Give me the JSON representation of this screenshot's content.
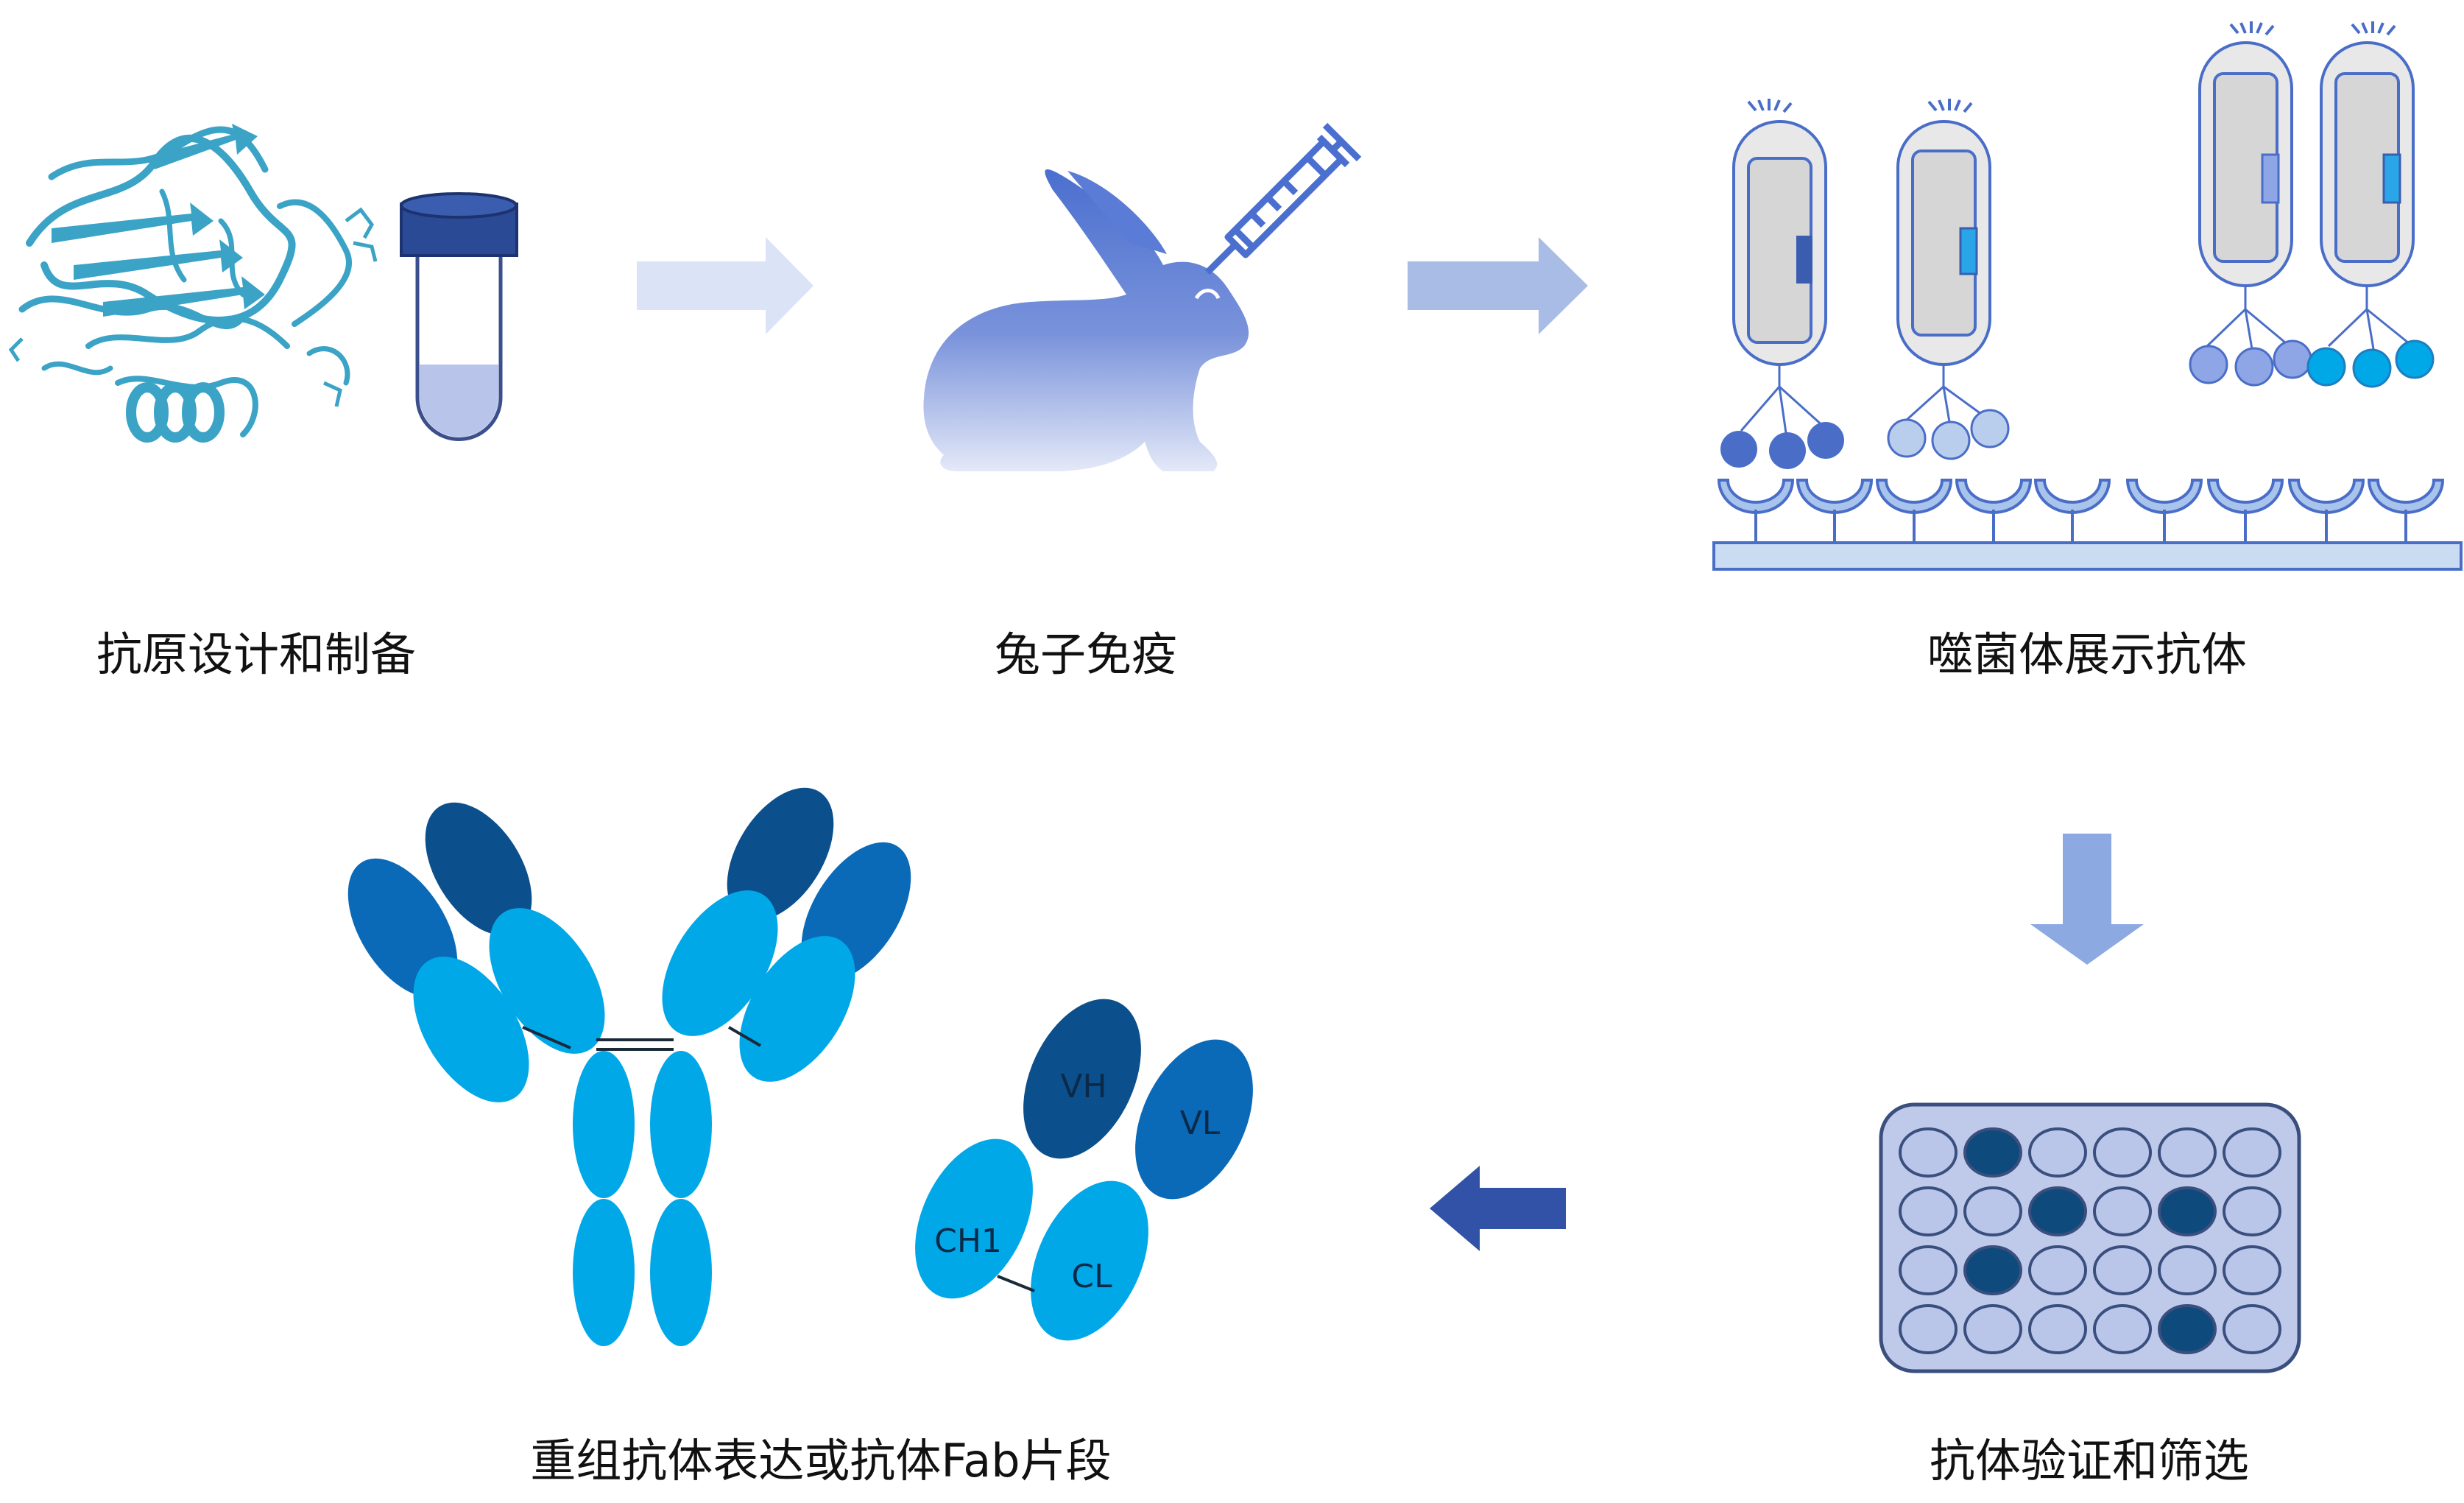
{
  "steps": [
    {
      "id": "antigen",
      "label": "抗原设计和制备"
    },
    {
      "id": "immunize",
      "label": "兔子免疫"
    },
    {
      "id": "phage",
      "label": "噬菌体展示抗体"
    },
    {
      "id": "screen",
      "label": "抗体验证和筛选"
    },
    {
      "id": "express",
      "label": "重组抗体表达或抗体Fab片段"
    }
  ],
  "fab_regions": {
    "vh": "VH",
    "vl": "VL",
    "ch1": "CH1",
    "cl": "CL"
  },
  "colors": {
    "protein": "#3aa3c6",
    "tube_cap": "#2b4a95",
    "tube_liquid": "#b9c4ea",
    "rabbit_top": "#4b6fcf",
    "rabbit_bottom": "#dfe5f7",
    "arrow_light": "#dbe3f6",
    "arrow_mid": "#a9bce6",
    "arrow_down": "#8ca9e2",
    "arrow_dark": "#3152a6",
    "phage_body": "#dcdcdc",
    "phage_outline": "#4a6ec8",
    "plate_fill": "#bfcaea",
    "well_light": "#b9c6ea",
    "well_dark": "#0f4a7c",
    "ab_light": "#00a8e8",
    "ab_mid": "#0a6ab8",
    "ab_dark": "#0b4f8c"
  },
  "plate_dark_wells": [
    [
      0,
      1
    ],
    [
      1,
      2
    ],
    [
      1,
      4
    ],
    [
      2,
      1
    ],
    [
      3,
      4
    ]
  ]
}
